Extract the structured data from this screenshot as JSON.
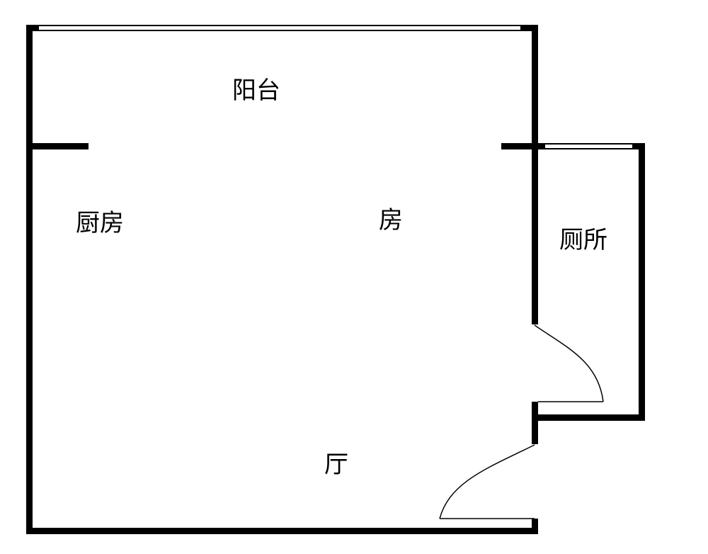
{
  "rooms": {
    "balcony": "阳台",
    "kitchen": "厨房",
    "bedroom": "房",
    "toilet": "厕所",
    "hall": "厅"
  },
  "colors": {
    "wall": "#000000",
    "background": "#ffffff"
  }
}
